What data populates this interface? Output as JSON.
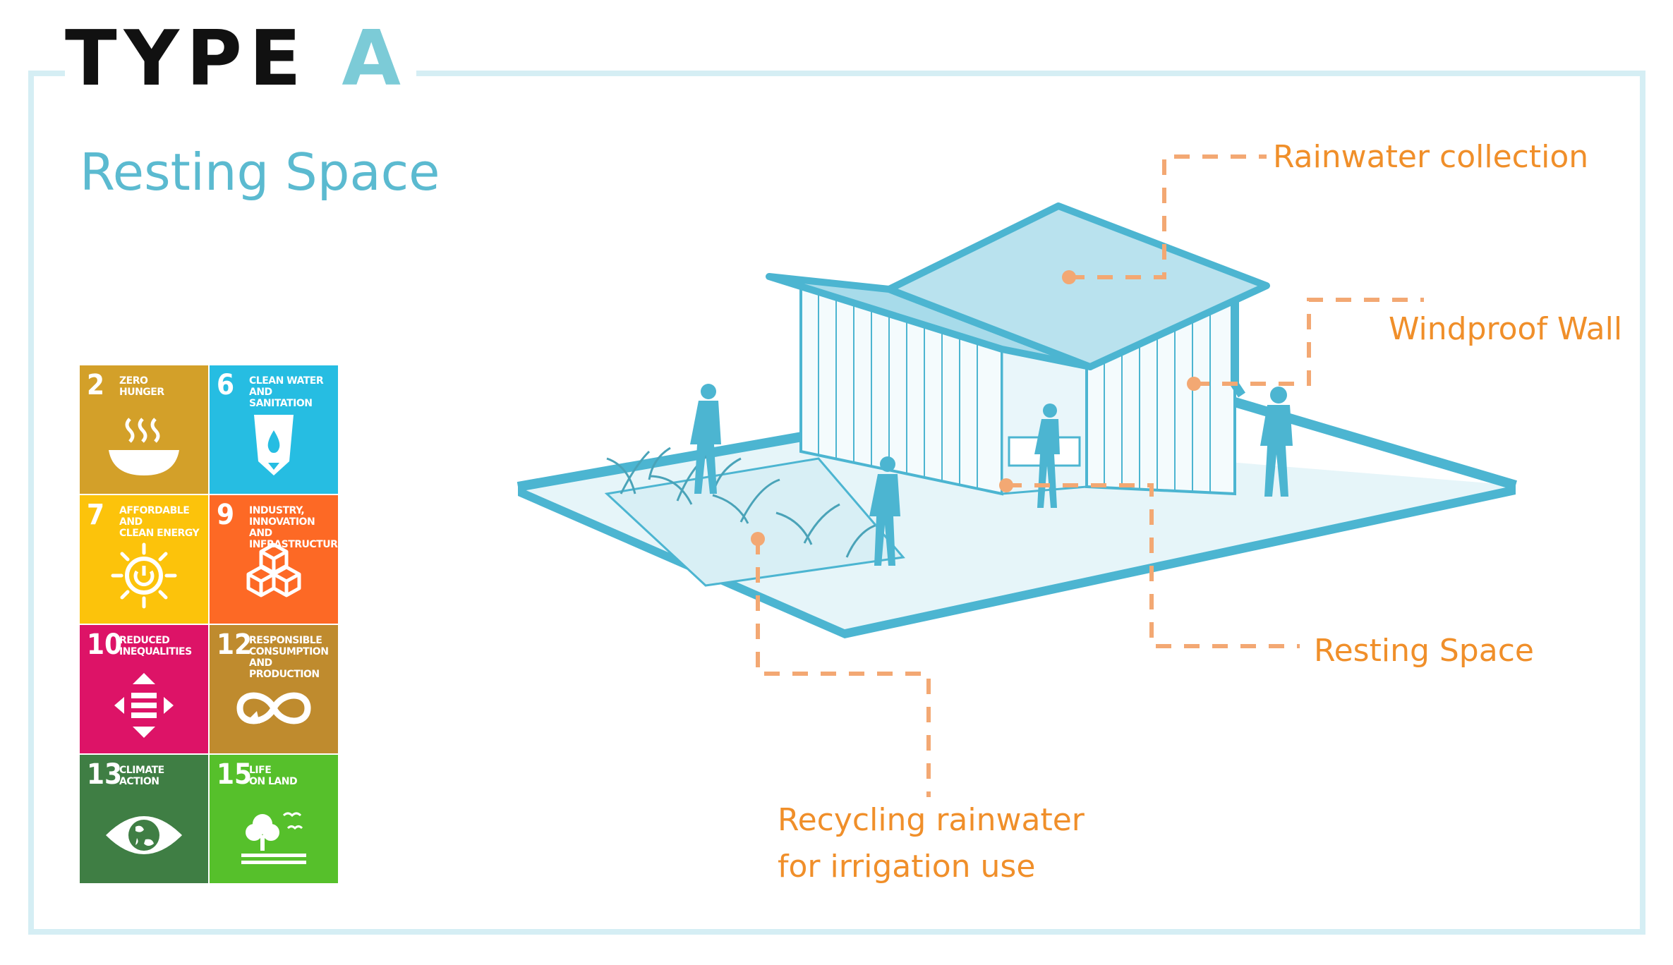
{
  "header": {
    "type_word": "TYPE",
    "type_letter": "A",
    "subtitle": "Resting Space"
  },
  "sdg_tiles": [
    {
      "number": "2",
      "label": "ZERO\nHUNGER",
      "color": "#d3a029",
      "icon": "bowl-icon"
    },
    {
      "number": "6",
      "label": "CLEAN WATER\nAND SANITATION",
      "color": "#26bde2",
      "icon": "water-glass-icon"
    },
    {
      "number": "7",
      "label": "AFFORDABLE AND\nCLEAN ENERGY",
      "color": "#fcc30b",
      "icon": "sun-power-icon"
    },
    {
      "number": "9",
      "label": "INDUSTRY, INNOVATION\nAND INFRASTRUCTURE",
      "color": "#fd6925",
      "icon": "cubes-icon"
    },
    {
      "number": "10",
      "label": "REDUCED\nINEQUALITIES",
      "color": "#dd1367",
      "icon": "equality-arrows-icon"
    },
    {
      "number": "12",
      "label": "RESPONSIBLE\nCONSUMPTION\nAND PRODUCTION",
      "color": "#bf8b2e",
      "icon": "infinity-icon"
    },
    {
      "number": "13",
      "label": "CLIMATE\nACTION",
      "color": "#3f7e44",
      "icon": "eye-globe-icon"
    },
    {
      "number": "15",
      "label": "LIFE\nON LAND",
      "color": "#56c02b",
      "icon": "tree-birds-icon"
    }
  ],
  "callouts": {
    "rainwater": "Rainwater collection",
    "windproof": "Windproof Wall",
    "resting": "Resting Space",
    "recycling": "Recycling rainwater\nfor irrigation use"
  },
  "colors": {
    "structure": "#4cb5d1",
    "callout": "#f08f2a",
    "frame": "#d5eef4"
  }
}
